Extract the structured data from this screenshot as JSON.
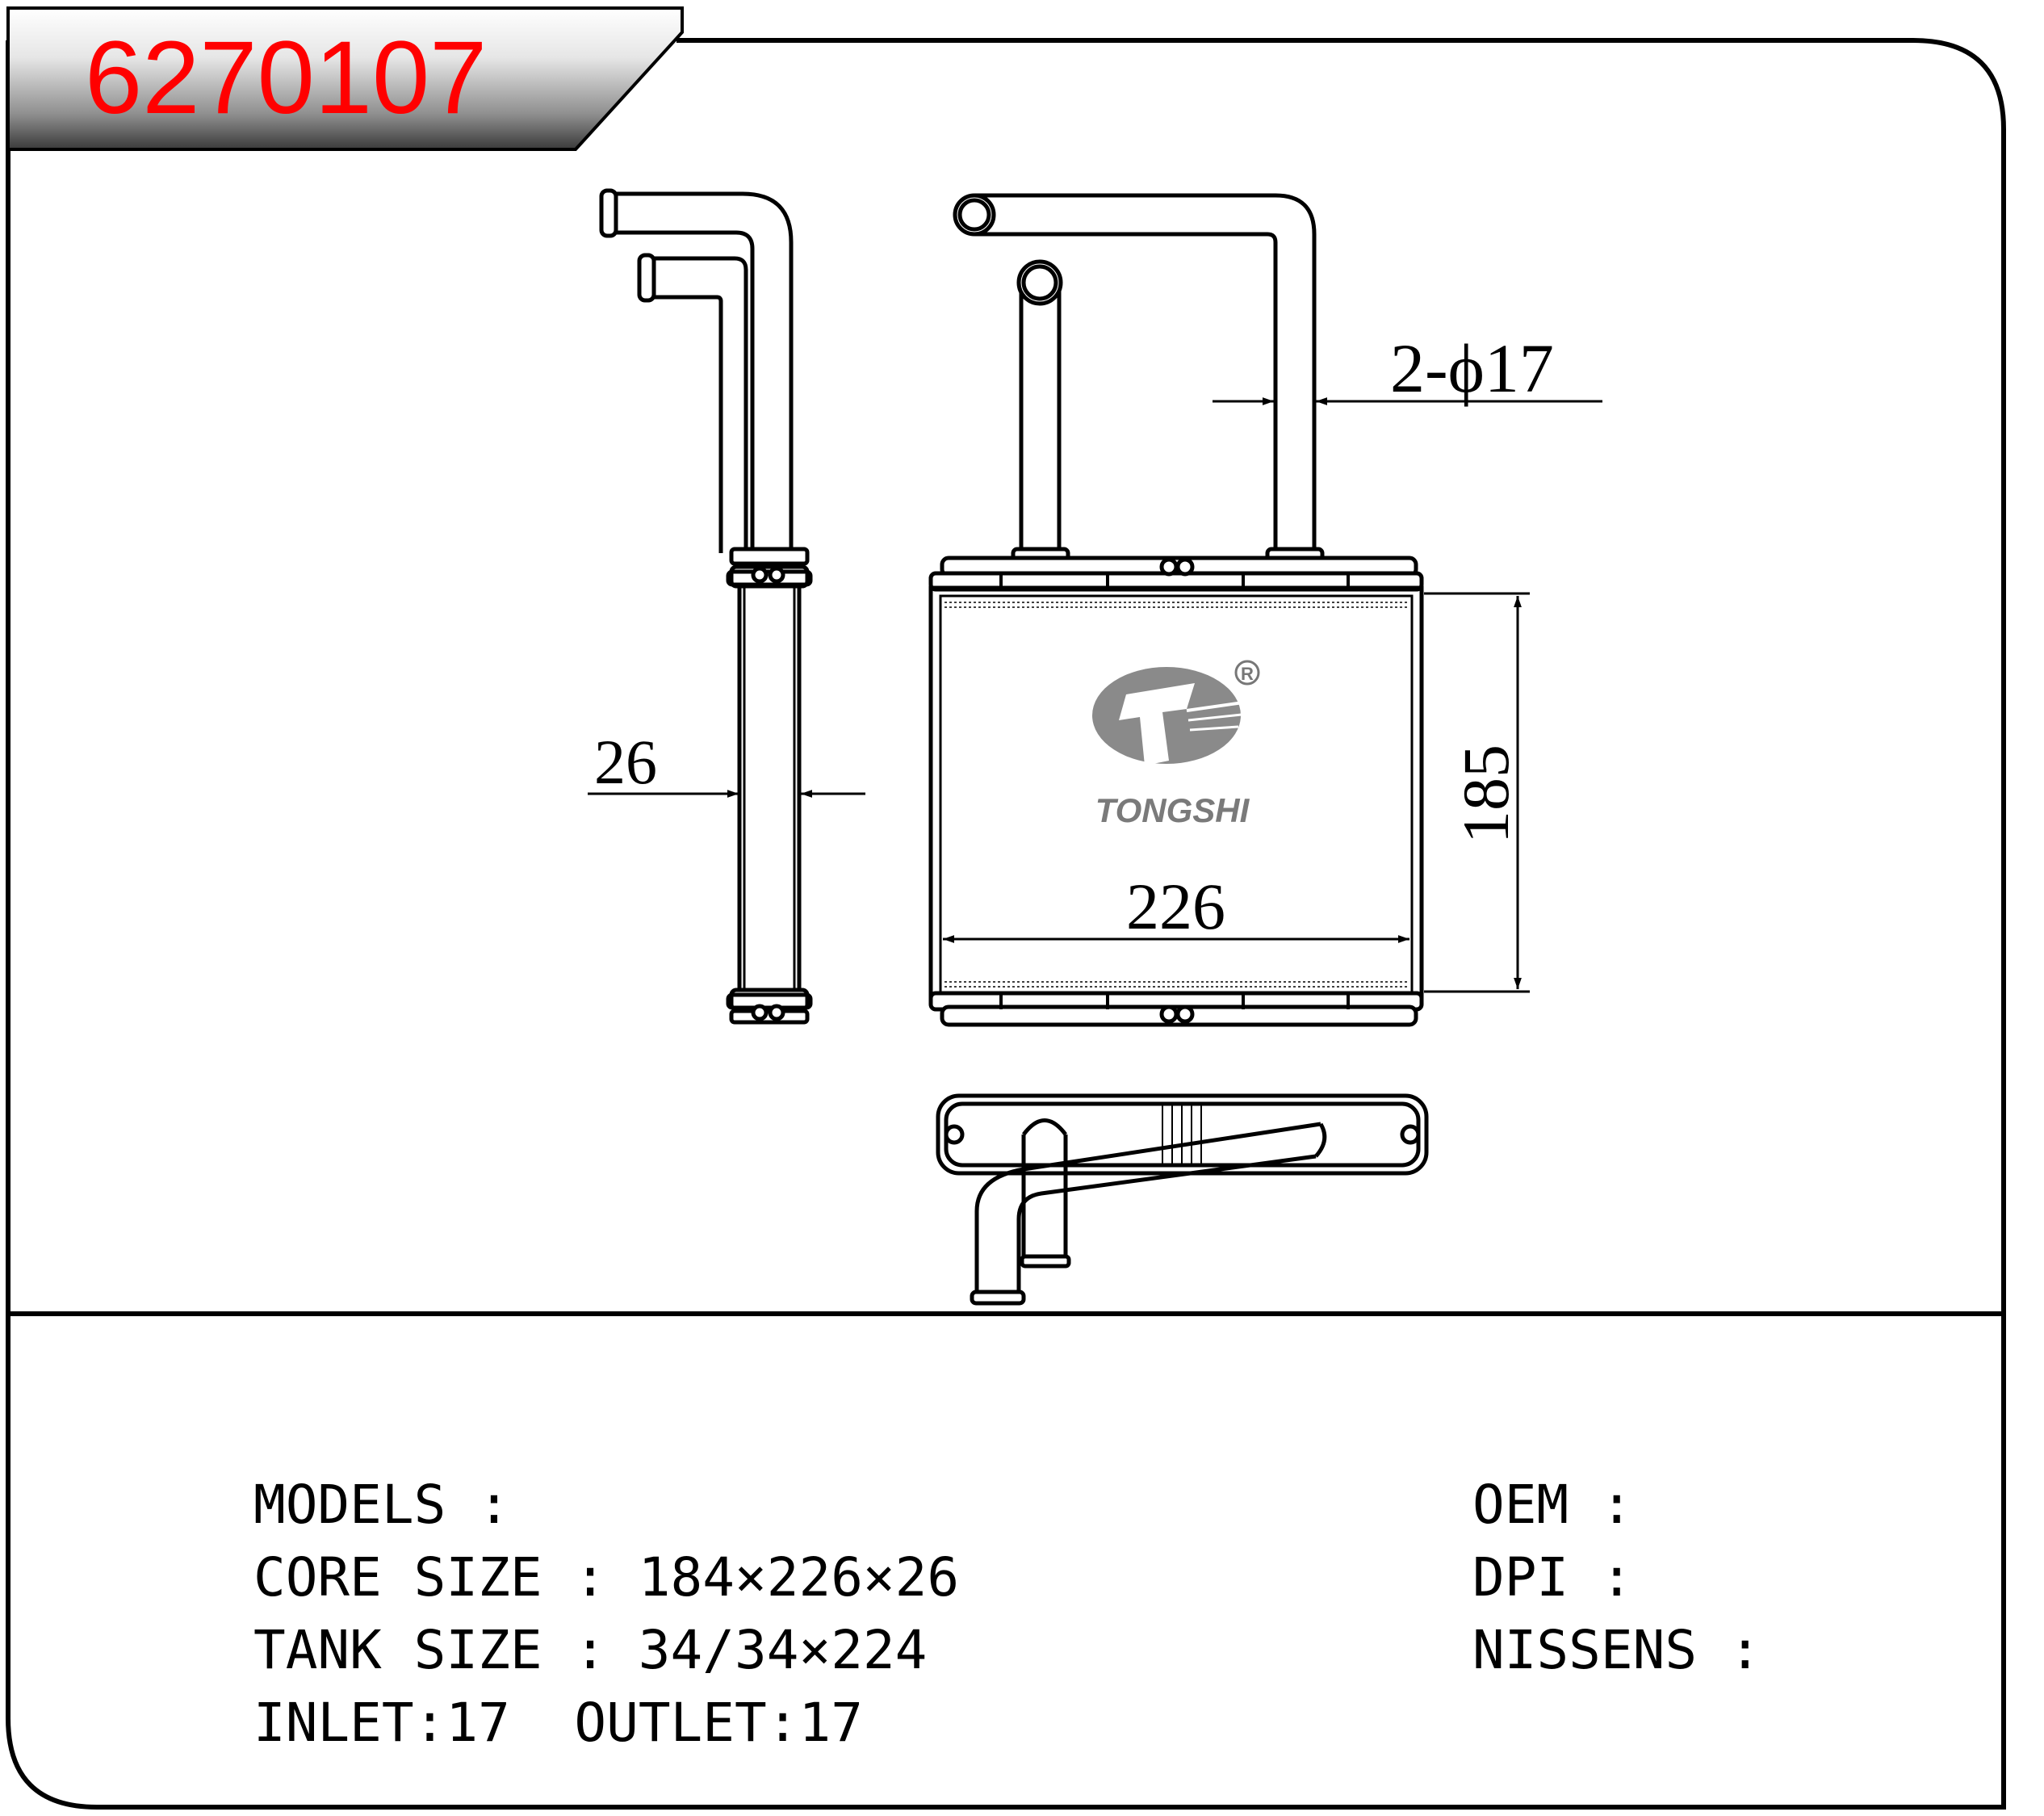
{
  "header": {
    "part_number": "6270107"
  },
  "dimensions": {
    "pipe_spec": "2-ϕ17",
    "thickness": "26",
    "height": "185",
    "width": "226"
  },
  "logo": {
    "brand": "TONGSHI",
    "registered_mark": "R"
  },
  "specs": {
    "models_label": "MODELS :",
    "models_value": "",
    "core_size_label": "CORE SIZE : ",
    "core_size_value": "184×226×26",
    "tank_size_label": "TANK SIZE : ",
    "tank_size_value": "34/34×224",
    "inlet_label": "INLET:",
    "inlet_value": "17",
    "outlet_label": "OUTLET:",
    "outlet_value": "17",
    "oem_label": "OEM :",
    "oem_value": "",
    "dpi_label": "DPI :",
    "dpi_value": "",
    "nissens_label": "NISSENS :",
    "nissens_value": ""
  },
  "colors": {
    "part_number": "#ff0000",
    "outline": "#000000",
    "logo_gray": "#7a7a7a"
  }
}
